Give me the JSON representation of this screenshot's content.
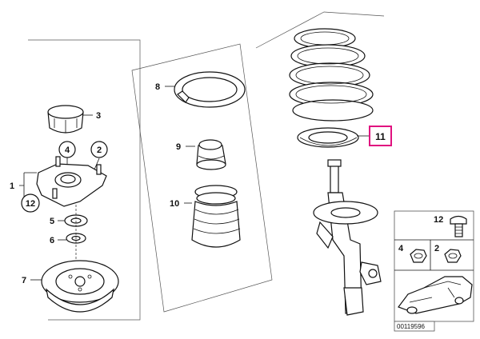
{
  "callouts": {
    "c1": "1",
    "c2": "2",
    "c3": "3",
    "c4": "4",
    "c5": "5",
    "c6": "6",
    "c7": "7",
    "c8": "8",
    "c9": "9",
    "c10": "10",
    "c11": "11",
    "c12": "12"
  },
  "legend": {
    "l12": "12",
    "l4": "4",
    "l2": "2"
  },
  "diagram_code": "00119596",
  "colors": {
    "highlight": "#e0117f",
    "line": "#111111",
    "background": "#ffffff"
  }
}
